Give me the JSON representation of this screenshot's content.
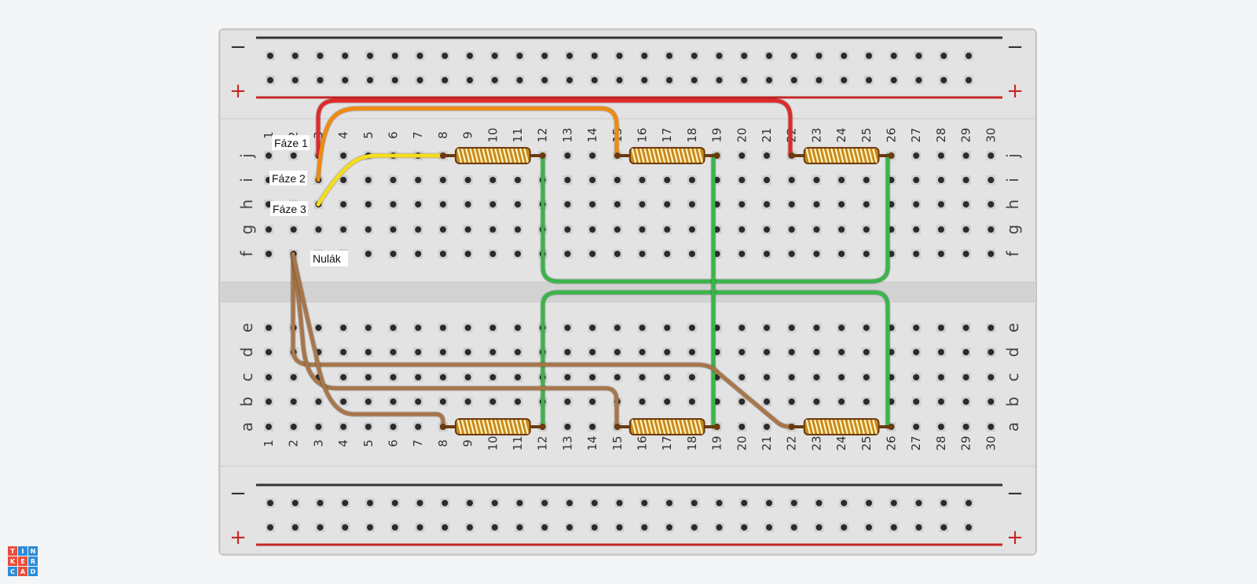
{
  "labels": {
    "phase1": "Fáze 1",
    "phase2": "Fáze 2",
    "phase3": "Fáze 3",
    "neutral": "Nulák"
  },
  "rows_top": [
    "j",
    "i",
    "h",
    "g",
    "f"
  ],
  "rows_bottom": [
    "e",
    "d",
    "c",
    "b",
    "a"
  ],
  "columns": 30,
  "rail_signs": {
    "minus": "−",
    "plus": "+"
  },
  "wire_colors": {
    "phase1": "#e02a2a",
    "phase2": "#f08a10",
    "phase3": "#f5dc1e",
    "star": "#3ab54a",
    "neutral": "#a7764a"
  },
  "logo": {
    "letters": [
      "T",
      "I",
      "N",
      "K",
      "E",
      "R",
      "C",
      "A",
      "D"
    ],
    "colors": [
      "#e94d3a",
      "#2d8cd8",
      "#2d8cd8",
      "#e94d3a",
      "#e94d3a",
      "#2d8cd8",
      "#2d8cd8",
      "#e94d3a",
      "#2d8cd8"
    ]
  }
}
